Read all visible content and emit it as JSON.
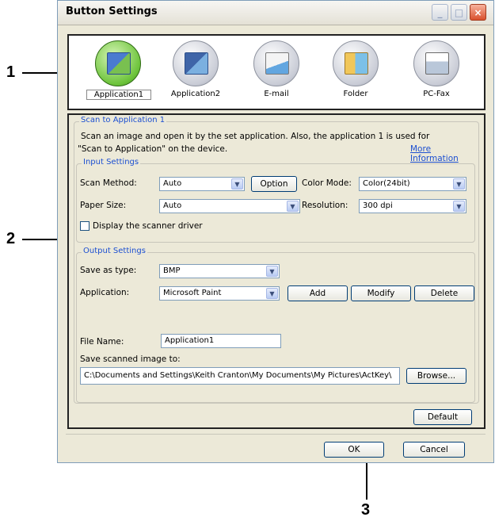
{
  "callouts": {
    "one": "1",
    "two": "2",
    "three": "3"
  },
  "window": {
    "title": "Button Settings",
    "controls": {
      "minimize": "_",
      "maximize": "□",
      "close": "×"
    }
  },
  "iconbar": {
    "items": [
      {
        "label": "Application1",
        "icon": "application1-icon",
        "selected": true
      },
      {
        "label": "Application2",
        "icon": "application2-icon",
        "selected": false
      },
      {
        "label": "E-mail",
        "icon": "email-icon",
        "selected": false
      },
      {
        "label": "Folder",
        "icon": "folder-icon",
        "selected": false
      },
      {
        "label": "PC-Fax",
        "icon": "pcfax-icon",
        "selected": false
      }
    ]
  },
  "scan_group": {
    "legend": "Scan to Application 1",
    "description_line1": "Scan an image and open it by the set application. Also, the application 1 is used for",
    "description_line2": "\"Scan to Application\" on the device.",
    "more_info": "More Information"
  },
  "input_settings": {
    "legend": "Input Settings",
    "scan_method_label": "Scan Method:",
    "scan_method_value": "Auto",
    "option_button": "Option",
    "color_mode_label": "Color Mode:",
    "color_mode_value": "Color(24bit)",
    "paper_size_label": "Paper Size:",
    "paper_size_value": "Auto",
    "resolution_label": "Resolution:",
    "resolution_value": "300 dpi",
    "display_driver_label": "Display the scanner driver",
    "display_driver_checked": false
  },
  "output_settings": {
    "legend": "Output Settings",
    "save_as_type_label": "Save as type:",
    "save_as_type_value": "BMP",
    "application_label": "Application:",
    "application_value": "Microsoft Paint",
    "add_button": "Add",
    "modify_button": "Modify",
    "delete_button": "Delete",
    "file_name_label": "File Name:",
    "file_name_value": "Application1",
    "save_to_label": "Save scanned image to:",
    "save_to_value": "C:\\Documents and Settings\\Keith Cranton\\My Documents\\My Pictures\\ActKey\\",
    "browse_button": "Browse..."
  },
  "default_button": "Default",
  "ok_button": "OK",
  "cancel_button": "Cancel",
  "colors": {
    "accent_blue": "#1c4fd1",
    "dialog_bg": "#ece9d8",
    "selected_green": "#6cc33a"
  }
}
